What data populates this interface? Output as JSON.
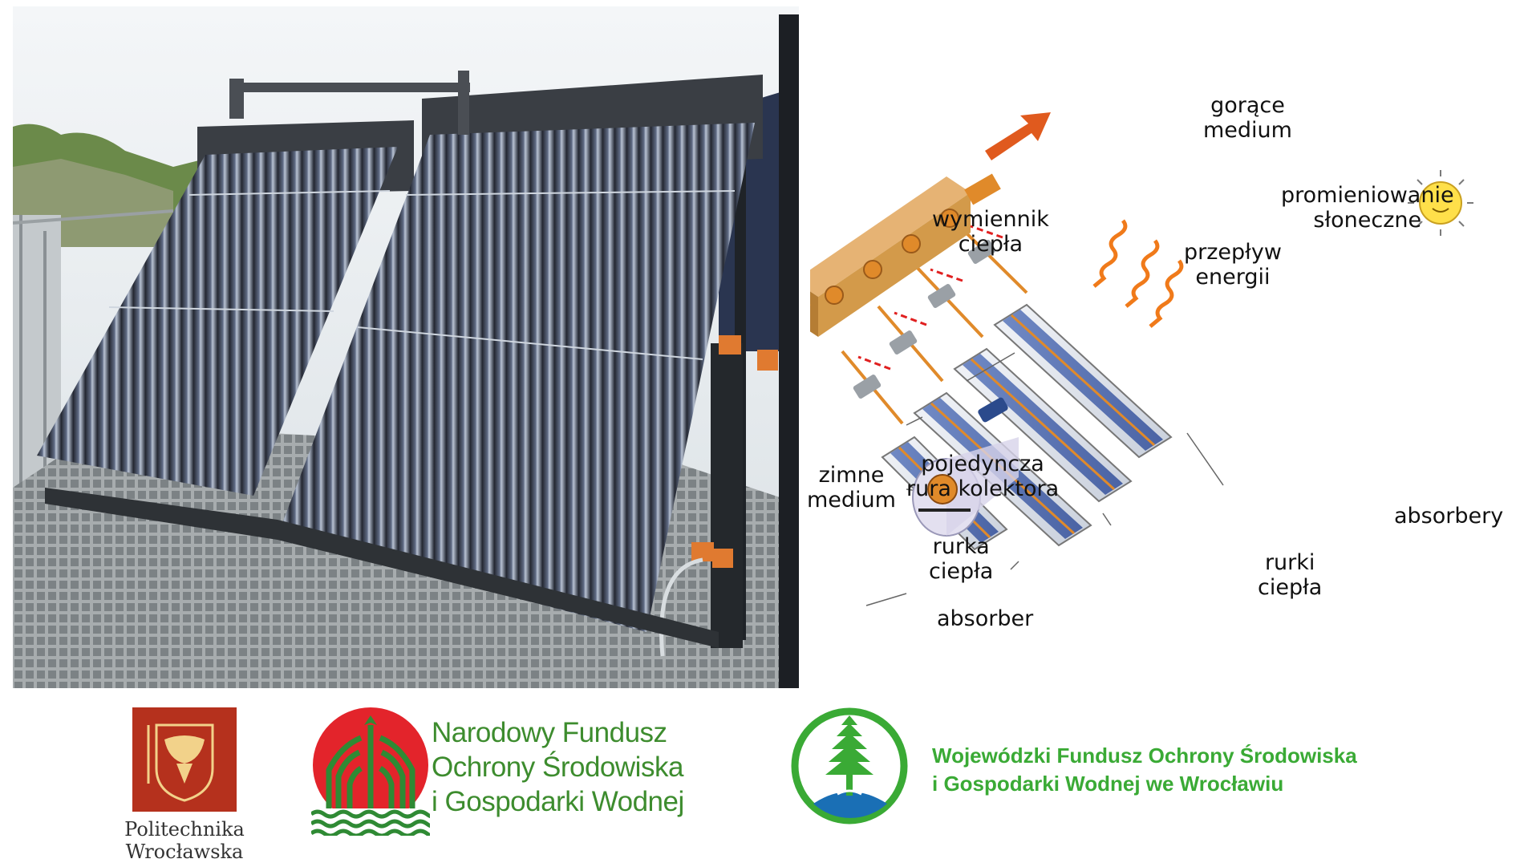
{
  "diagram": {
    "labels": {
      "hot_medium": [
        "gorące",
        "medium"
      ],
      "solar_radiation": [
        "promieniowanie",
        "słoneczne"
      ],
      "heat_exchanger": [
        "wymiennik",
        "ciepła"
      ],
      "energy_flow": [
        "przepływ",
        "energii"
      ],
      "cold_medium": [
        "zimne",
        "medium"
      ],
      "single_tube": [
        "pojedyncza",
        "rura kolektora"
      ],
      "absorbers": [
        "absorbery"
      ],
      "heat_pipe": [
        "rurka",
        "ciepła"
      ],
      "heat_pipes": [
        "rurki",
        "ciepła"
      ],
      "absorber": [
        "absorber"
      ]
    },
    "colors": {
      "exchanger": "#d39a4a",
      "hot_arrow": "#e05a1e",
      "cold_arrow": "#2a5ea8",
      "red_arrow": "#e02020",
      "absorber_blue": "#5a78b8",
      "sun": "#ffe04a"
    }
  },
  "logos": {
    "politechnika": {
      "name_lines": [
        "Politechnika",
        "Wrocławska"
      ],
      "color": "#b5311d"
    },
    "nfosigw": {
      "text_lines": [
        "Narodowy Fundusz",
        "Ochrony Środowiska",
        "i Gospodarki Wodnej"
      ],
      "colors": {
        "red": "#e3242b",
        "green": "#2f8a34"
      }
    },
    "wfosigw": {
      "text_lines": [
        "Wojewódzki Fundusz Ochrony Środowiska",
        "i Gospodarki Wodnej we Wrocławiu"
      ],
      "colors": {
        "green": "#3aaa35",
        "blue": "#1a6fb5"
      }
    }
  }
}
